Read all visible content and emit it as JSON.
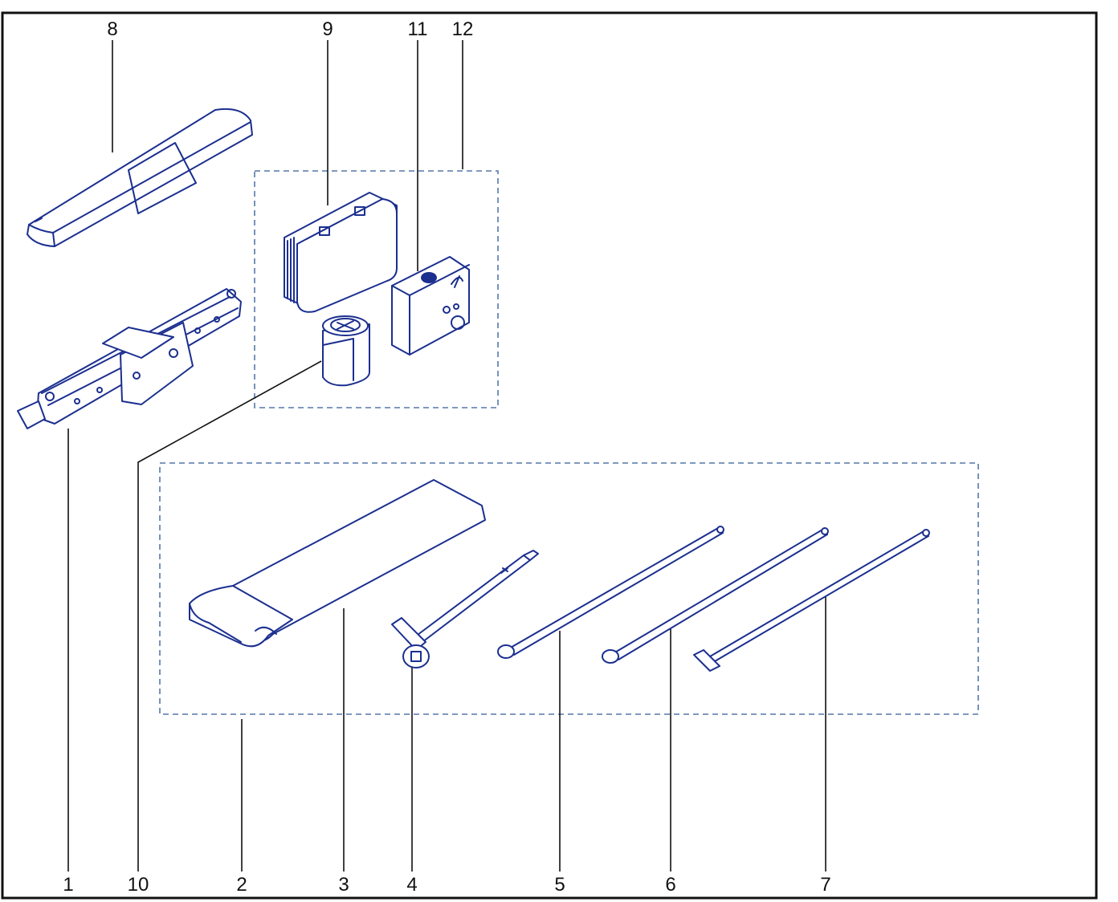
{
  "callouts": {
    "c1": "1",
    "c2": "2",
    "c3": "3",
    "c4": "4",
    "c5": "5",
    "c6": "6",
    "c7": "7",
    "c8": "8",
    "c9": "9",
    "c10": "10",
    "c11": "11",
    "c12": "12"
  },
  "colors": {
    "line": "#1b2f8f",
    "frame": "#111111",
    "group": "#5577aa"
  },
  "parts": [
    "jack",
    "tool-set-group",
    "jack-bag",
    "wheel-wrench",
    "extension-bar-5",
    "extension-bar-6",
    "towing-eye-rod-7",
    "storage-tray",
    "sealant-kit-case",
    "sealant-bottle",
    "compressor",
    "tyre-repair-kit-group"
  ]
}
